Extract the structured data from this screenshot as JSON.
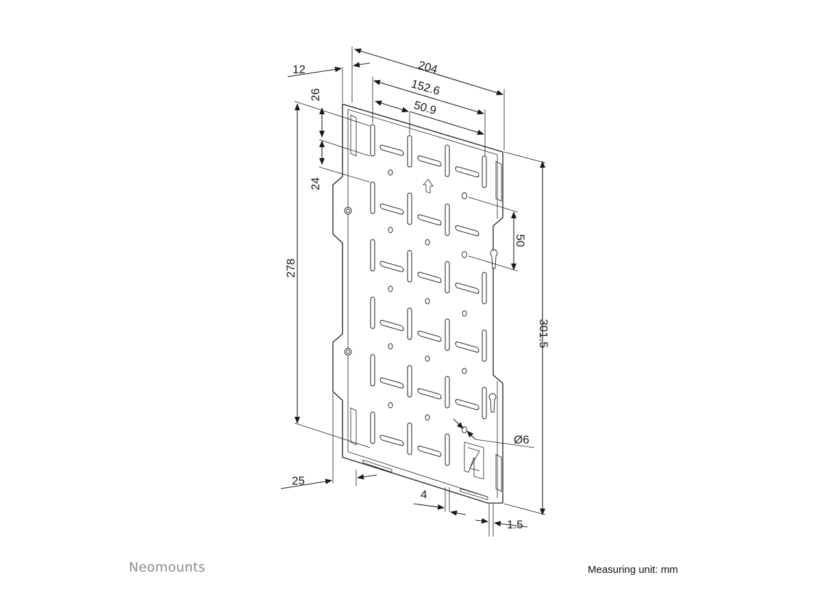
{
  "dimensions": {
    "width_total": "204",
    "offset_left": "12",
    "slot_span": "152.6",
    "slot_pitch": "50.9",
    "top_margin": "26",
    "slot_height": "24",
    "height_inner": "278",
    "height_total": "301.5",
    "hole_pitch": "50",
    "hole_diameter": "Ø6",
    "bottom_offset": "25",
    "rail_width": "4",
    "thickness": "1.5"
  },
  "footer": {
    "brand": "Neomounts",
    "unit_note": "Measuring unit: mm"
  },
  "colors": {
    "line": "#1a1a1a",
    "brand": "#8a8a8a"
  }
}
